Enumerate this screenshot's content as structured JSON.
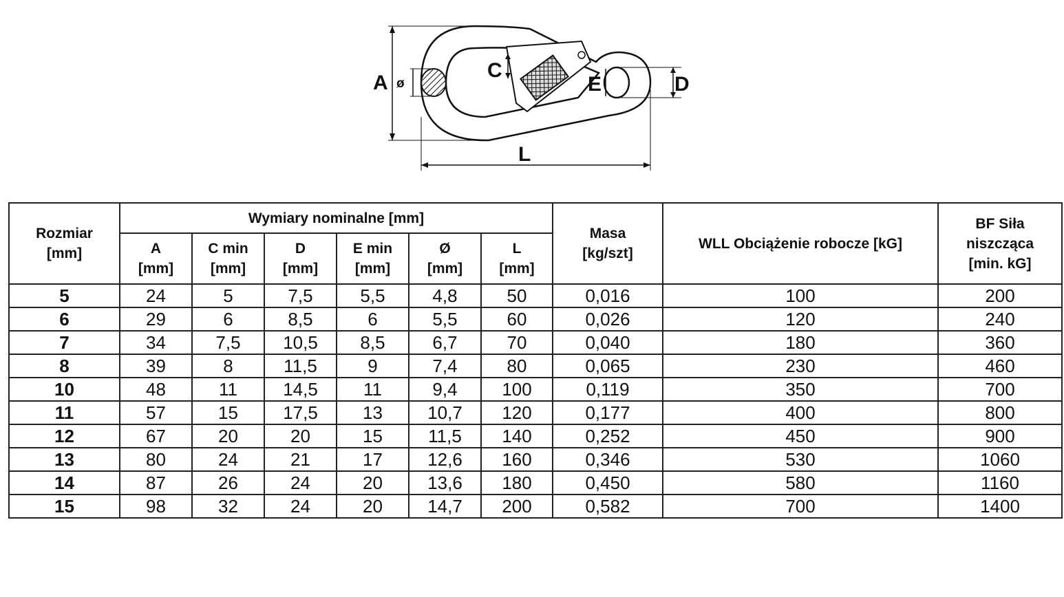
{
  "diagram": {
    "labels": {
      "a": "A",
      "c": "C",
      "e": "E",
      "d": "D",
      "l": "L",
      "diameter": "ø"
    }
  },
  "table": {
    "header": {
      "size": [
        "Rozmiar",
        "[mm]"
      ],
      "group": "Wymiary nominalne [mm]",
      "dims": [
        {
          "name": "A",
          "unit": "[mm]"
        },
        {
          "name": "C min",
          "unit": "[mm]"
        },
        {
          "name": "D",
          "unit": "[mm]"
        },
        {
          "name": "E min",
          "unit": "[mm]"
        },
        {
          "name": "Ø",
          "unit": "[mm]"
        },
        {
          "name": "L",
          "unit": "[mm]"
        }
      ],
      "mass": [
        "Masa",
        "[kg/szt]"
      ],
      "wll": "WLL Obciążenie robocze [kG]",
      "bf": [
        "BF Siła",
        "niszcząca",
        "[min. kG]"
      ]
    },
    "rows": [
      [
        "5",
        "24",
        "5",
        "7,5",
        "5,5",
        "4,8",
        "50",
        "0,016",
        "100",
        "200"
      ],
      [
        "6",
        "29",
        "6",
        "8,5",
        "6",
        "5,5",
        "60",
        "0,026",
        "120",
        "240"
      ],
      [
        "7",
        "34",
        "7,5",
        "10,5",
        "8,5",
        "6,7",
        "70",
        "0,040",
        "180",
        "360"
      ],
      [
        "8",
        "39",
        "8",
        "11,5",
        "9",
        "7,4",
        "80",
        "0,065",
        "230",
        "460"
      ],
      [
        "10",
        "48",
        "11",
        "14,5",
        "11",
        "9,4",
        "100",
        "0,119",
        "350",
        "700"
      ],
      [
        "11",
        "57",
        "15",
        "17,5",
        "13",
        "10,7",
        "120",
        "0,177",
        "400",
        "800"
      ],
      [
        "12",
        "67",
        "20",
        "20",
        "15",
        "11,5",
        "140",
        "0,252",
        "450",
        "900"
      ],
      [
        "13",
        "80",
        "24",
        "21",
        "17",
        "12,6",
        "160",
        "0,346",
        "530",
        "1060"
      ],
      [
        "14",
        "87",
        "26",
        "24",
        "20",
        "13,6",
        "180",
        "0,450",
        "580",
        "1160"
      ],
      [
        "15",
        "98",
        "32",
        "24",
        "20",
        "14,7",
        "200",
        "0,582",
        "700",
        "1400"
      ]
    ]
  }
}
